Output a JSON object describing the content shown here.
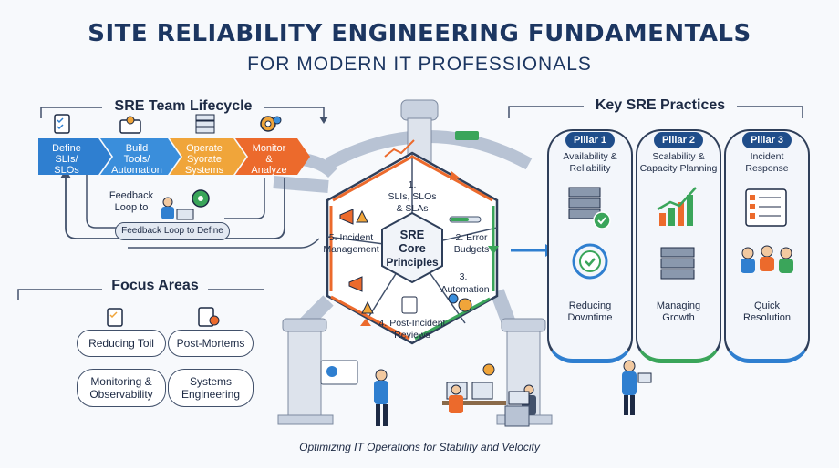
{
  "header": {
    "title": "SITE RELIABILITY ENGINEERING FUNDAMENTALS",
    "subtitle": "FOR MODERN IT PROFESSIONALS"
  },
  "lifecycle": {
    "title": "SRE Team Lifecycle",
    "steps": [
      {
        "line1": "Define",
        "line2": "SLIs/",
        "line3": "SLOs",
        "color": "#2f7fd0"
      },
      {
        "line1": "Build",
        "line2": "Tools/",
        "line3": "Automation",
        "color": "#3a8edb"
      },
      {
        "line1": "Operate",
        "line2": "Syorate",
        "line3": "Systems",
        "color": "#f0a53a"
      },
      {
        "line1": "Monitor",
        "line2": "&",
        "line3": "Analyze",
        "color": "#ec6a2c"
      }
    ],
    "feedback_small_1": "Feedback",
    "feedback_small_2": "Loop to",
    "feedback_banner": "Feedback Loop to Define"
  },
  "focus": {
    "title": "Focus Areas",
    "items": [
      {
        "line1": "Reducing Toil",
        "line2": ""
      },
      {
        "line1": "Post-Mortems",
        "line2": ""
      },
      {
        "line1": "Monitoring &",
        "line2": "Observability"
      },
      {
        "line1": "Systems",
        "line2": "Engineering"
      }
    ]
  },
  "core": {
    "center_1": "SRE",
    "center_2": "Core",
    "center_3": "Principles",
    "w1_1": "1.",
    "w1_2": "SLIs, SLOs",
    "w1_3": "& SLAs",
    "w2_1": "2. Error",
    "w2_2": "Budgets",
    "w3_1": "3.",
    "w3_2": "Automation",
    "w4_1": "4. Post-Incident",
    "w4_2": "Reviews",
    "w5_1": "5. Incident",
    "w5_2": "Management"
  },
  "practices": {
    "title": "Key SRE Practices",
    "pillars": [
      {
        "head": "Pillar 1",
        "top1": "Availability &",
        "top2": "Reliability",
        "bot1": "Reducing",
        "bot2": "Downtime",
        "color": "#2f7fd0"
      },
      {
        "head": "Pillar 2",
        "top1": "Scalability &",
        "top2": "Capacity Planning",
        "bot1": "Managing",
        "bot2": "Growth",
        "color": "#3aa55a"
      },
      {
        "head": "Pillar 3",
        "top1": "Incident",
        "top2": "Response",
        "bot1": "Quick",
        "bot2": "Resolution",
        "color": "#2f7fd0"
      }
    ]
  },
  "footer": {
    "tagline": "Optimizing IT Operations for Stability and Velocity"
  },
  "colors": {
    "navy": "#1c3661",
    "blue": "#2f7fd0",
    "orange": "#ec6a2c",
    "green": "#3aa55a"
  }
}
